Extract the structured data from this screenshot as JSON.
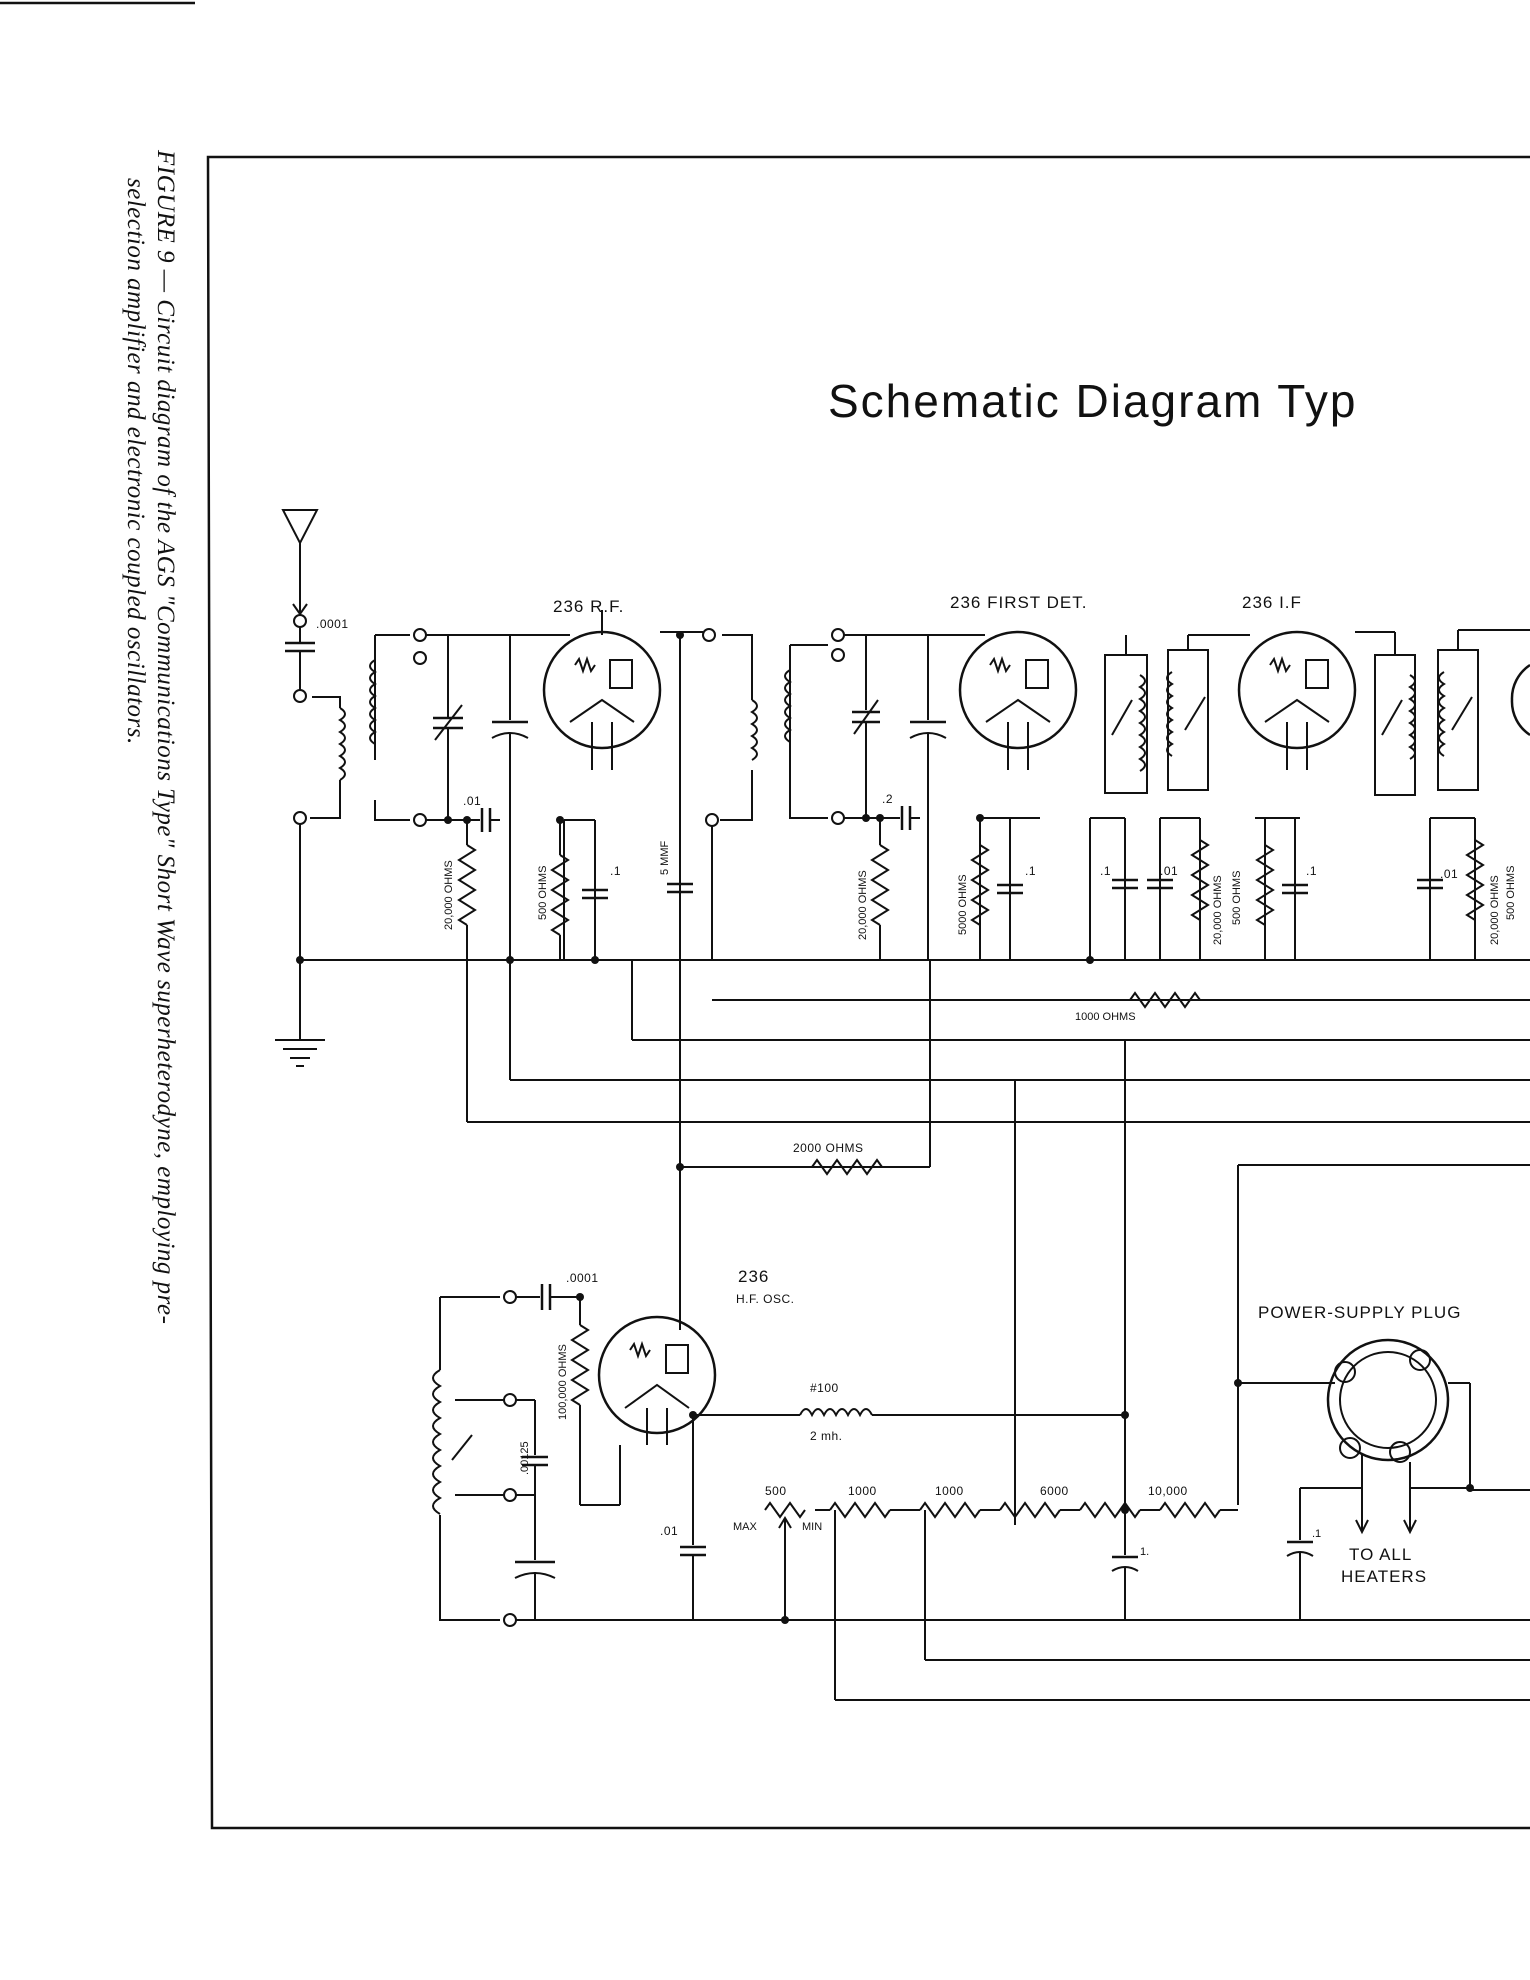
{
  "caption": {
    "line1": "FIGURE 9 — Circuit diagram of the AGS \"Communications Type\" Short Wave superheterodyne, employing pre-",
    "line2": "selection amplifier and electronic coupled oscillators."
  },
  "diagram": {
    "title": "Schematic Diagram Typ",
    "tubes": {
      "rf": "236 R.F.",
      "first_det": "236 FIRST DET.",
      "if": "236 I.F",
      "osc_num": "236",
      "osc_name": "H.F. OSC."
    },
    "values": {
      "c_ant": ".0001",
      "c_01": ".01",
      "c_2": ".2",
      "r_20000_a": "20,000 OHMS",
      "r_500_a": "500 OHMS",
      "c_1_a": ".1",
      "c_5mmf": "5 MMF",
      "r_20000_b": "20,000 OHMS",
      "r_5000": "5000 OHMS",
      "c_1_b": ".1",
      "c_1_c": ".1",
      "c_01_b": ".01",
      "r_20000_c": "20,000 OHMS",
      "r_500_b": "500 OHMS",
      "c_1_d": ".1",
      "c_01_c": ".01",
      "r_20000_d": "20,000 OHMS",
      "r_500_c": "500 OHMS",
      "r_1000": "1000 OHMS",
      "r_2000": "2000 OHMS",
      "c_osc": ".0001",
      "r_100000": "100,000 OHMS",
      "c_00125": ".00125",
      "c_01_osc": ".01",
      "choke_num": "#100",
      "choke_val": "2 mh.",
      "div_500": "500",
      "div_1000a": "1000",
      "div_1000b": "1000",
      "div_6000": "6000",
      "div_10000": "10,000",
      "max": "MAX",
      "min": "MIN",
      "c_1_e": "1.",
      "c_1_f": ".1"
    },
    "power_supply_label": "POWER-SUPPLY PLUG",
    "heaters_line1": "TO ALL",
    "heaters_line2": "HEATERS"
  }
}
